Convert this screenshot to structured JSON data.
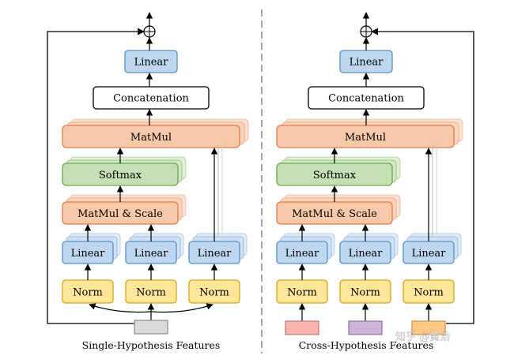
{
  "left_panel": {
    "linear_top": "Linear",
    "concat": "Concatenation",
    "matmul": "MatMul",
    "softmax": "Softmax",
    "matmul_scale": "MatMul & Scale",
    "linear_q": "Linear",
    "linear_k": "Linear",
    "linear_v": "Linear",
    "norm_1": "Norm",
    "norm_2": "Norm",
    "norm_3": "Norm",
    "caption": "Single-Hypothesis Features"
  },
  "right_panel": {
    "linear_top": "Linear",
    "concat": "Concatenation",
    "matmul": "MatMul",
    "softmax": "Softmax",
    "matmul_scale": "MatMul & Scale",
    "linear_q": "Linear",
    "linear_k": "Linear",
    "linear_v": "Linear",
    "norm_1": "Norm",
    "norm_2": "Norm",
    "norm_3": "Norm",
    "caption": "Cross-Hypothesis Features"
  },
  "watermark": "知乎 @黄浩",
  "colors": {
    "linear_fill": "#bdd7ee",
    "linear_stroke": "#5b8fc7",
    "matmul_fill": "#f8c9a8",
    "matmul_stroke": "#e07b4a",
    "softmax_fill": "#c5e0b4",
    "softmax_stroke": "#6aa84f",
    "norm_fill": "#ffe699",
    "norm_stroke": "#d6a520",
    "feature_single": "#d9d9d9",
    "feature_1": "#f8b4ad",
    "feature_2": "#cdb4d6",
    "feature_3": "#fcc883",
    "divider": "#7f7f7f"
  }
}
